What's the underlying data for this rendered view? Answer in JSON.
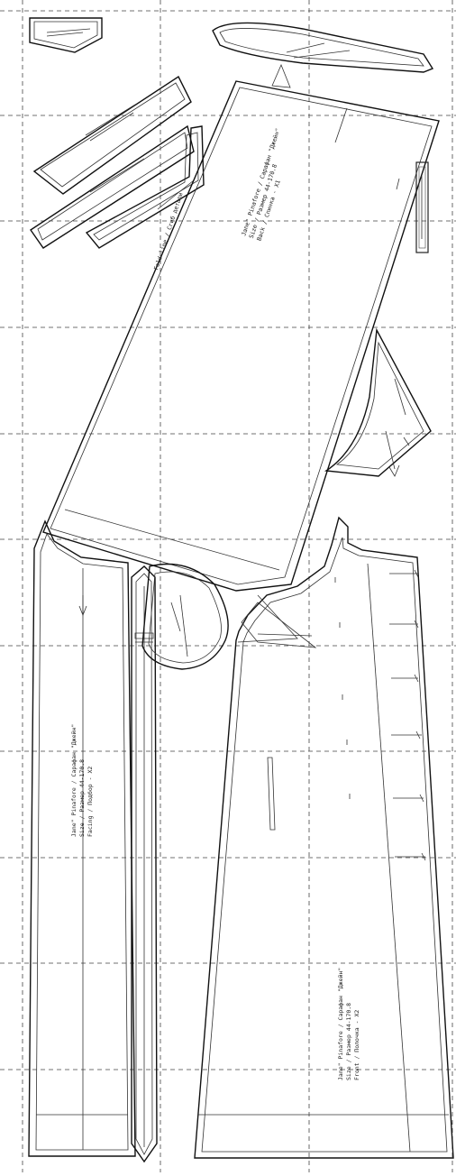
{
  "pattern": {
    "facing_label": {
      "l1": "Jane\" Pinafore / Сарафан \"Джейн\"",
      "l2": "Size / Размер 44-170.8",
      "l3": "Facing / Подбор - X2"
    },
    "front_label": {
      "l1": "Jane\" Pinafore / Сарафан \"Джейн\"",
      "l2": "Size / Размер 44-170.8",
      "l3": "Front / Полочка - X2"
    },
    "back_label": {
      "l1": "Jane\" Pinafore / Сарафан \"Джейн\"",
      "l2": "Size / Размер 44-170.8",
      "l3": "Back / Спинка - X1"
    },
    "fold_line": "Fold line / Сгиб детали"
  }
}
